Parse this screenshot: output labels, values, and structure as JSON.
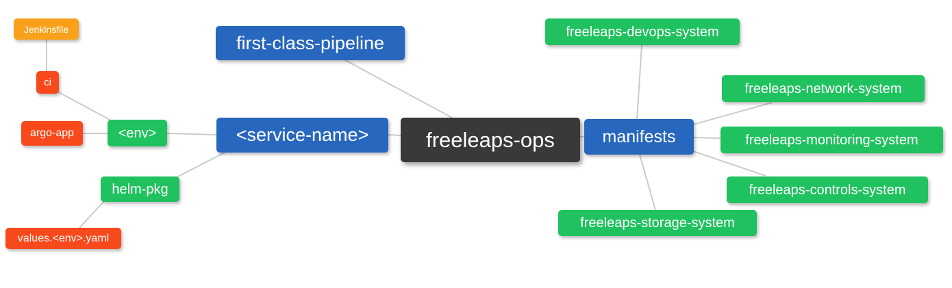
{
  "diagram": {
    "type": "mindmap",
    "root": "freeleaps-ops",
    "colors": {
      "blue": "#2867BE",
      "green": "#1FC25E",
      "red": "#F8491C",
      "orange": "#F9A11B",
      "dark": "#3B3838",
      "edge": "#CBCBCB",
      "text": "#FFFFFF",
      "background": "#FFFFFF"
    },
    "nodes": {
      "jenkinsfile": "Jenkinsfile",
      "ci": "ci",
      "argo_app": "argo-app",
      "env": "<env>",
      "helm_pkg": "helm-pkg",
      "values_env_yaml": "values.<env>.yaml",
      "first_class_pipeline": "first-class-pipeline",
      "service_name": "<service-name>",
      "freeleaps_ops": "freeleaps-ops",
      "manifests": "manifests",
      "devops_system": "freeleaps-devops-system",
      "network_system": "freeleaps-network-system",
      "monitoring_system": "freeleaps-monitoring-system",
      "controls_system": "freeleaps-controls-system",
      "storage_system": "freeleaps-storage-system"
    },
    "edges": [
      [
        "ci",
        "jenkinsfile"
      ],
      [
        "env",
        "ci"
      ],
      [
        "env",
        "argo_app"
      ],
      [
        "service_name",
        "env"
      ],
      [
        "service_name",
        "helm_pkg"
      ],
      [
        "helm_pkg",
        "values_env_yaml"
      ],
      [
        "freeleaps_ops",
        "first_class_pipeline"
      ],
      [
        "freeleaps_ops",
        "service_name"
      ],
      [
        "freeleaps_ops",
        "manifests"
      ],
      [
        "manifests",
        "devops_system"
      ],
      [
        "manifests",
        "network_system"
      ],
      [
        "manifests",
        "monitoring_system"
      ],
      [
        "manifests",
        "controls_system"
      ],
      [
        "manifests",
        "storage_system"
      ]
    ]
  }
}
